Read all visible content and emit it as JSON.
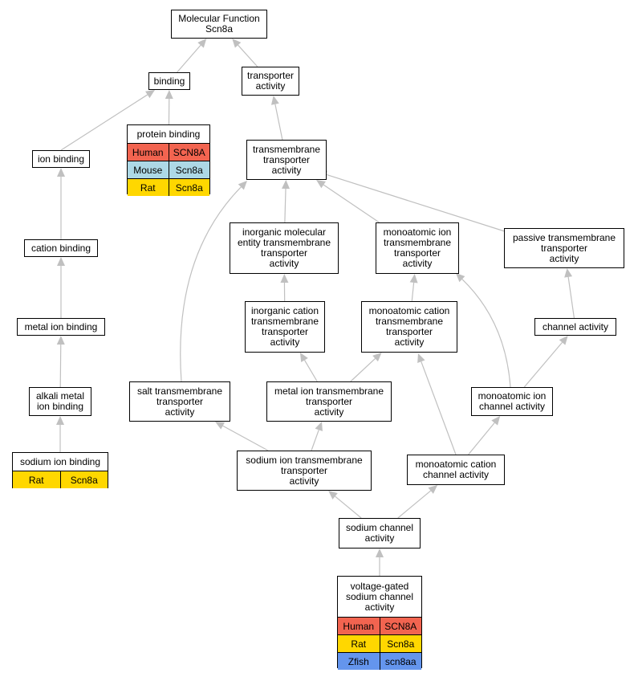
{
  "colors": {
    "edge": "#c0c0c0",
    "Human": "#f26450",
    "Mouse": "#add8e6",
    "Rat": "#ffd700",
    "Zfish": "#6495ed"
  },
  "nodes": [
    {
      "id": "molecular-function",
      "label": "Molecular Function\nScn8a"
    },
    {
      "id": "binding",
      "label": "binding"
    },
    {
      "id": "transporter-activity",
      "label": "transporter\nactivity"
    },
    {
      "id": "protein-binding",
      "label": "protein binding",
      "annotations": [
        {
          "species": "Human",
          "gene": "SCN8A"
        },
        {
          "species": "Mouse",
          "gene": "Scn8a"
        },
        {
          "species": "Rat",
          "gene": "Scn8a"
        }
      ]
    },
    {
      "id": "ion-binding",
      "label": "ion binding"
    },
    {
      "id": "transmembrane-transporter-activity",
      "label": "transmembrane\ntransporter\nactivity"
    },
    {
      "id": "cation-binding",
      "label": "cation binding"
    },
    {
      "id": "inorganic-molecular-entity-tta",
      "label": "inorganic molecular\nentity transmembrane\ntransporter\nactivity"
    },
    {
      "id": "monoatomic-ion-tta",
      "label": "monoatomic ion\ntransmembrane\ntransporter\nactivity"
    },
    {
      "id": "passive-tta",
      "label": "passive transmembrane\ntransporter\nactivity"
    },
    {
      "id": "metal-ion-binding",
      "label": "metal ion binding"
    },
    {
      "id": "inorganic-cation-tta",
      "label": "inorganic cation\ntransmembrane\ntransporter\nactivity"
    },
    {
      "id": "monoatomic-cation-tta",
      "label": "monoatomic cation\ntransmembrane\ntransporter\nactivity"
    },
    {
      "id": "channel-activity",
      "label": "channel activity"
    },
    {
      "id": "alkali-metal-ion-binding",
      "label": "alkali metal\nion binding"
    },
    {
      "id": "salt-tta",
      "label": "salt transmembrane\ntransporter\nactivity"
    },
    {
      "id": "metal-ion-tta",
      "label": "metal ion transmembrane\ntransporter\nactivity"
    },
    {
      "id": "monoatomic-ion-channel-activity",
      "label": "monoatomic ion\nchannel activity"
    },
    {
      "id": "sodium-ion-binding",
      "label": "sodium ion binding",
      "annotations": [
        {
          "species": "Rat",
          "gene": "Scn8a"
        }
      ]
    },
    {
      "id": "sodium-ion-tta",
      "label": "sodium ion transmembrane\ntransporter\nactivity"
    },
    {
      "id": "monoatomic-cation-channel-activity",
      "label": "monoatomic cation\nchannel activity"
    },
    {
      "id": "sodium-channel-activity",
      "label": "sodium channel\nactivity"
    },
    {
      "id": "voltage-gated-sodium-channel-activity",
      "label": "voltage-gated\nsodium channel\nactivity",
      "annotations": [
        {
          "species": "Human",
          "gene": "SCN8A"
        },
        {
          "species": "Rat",
          "gene": "Scn8a"
        },
        {
          "species": "Zfish",
          "gene": "scn8aa"
        }
      ]
    }
  ],
  "edges": [
    {
      "from": "binding",
      "to": "molecular-function"
    },
    {
      "from": "transporter-activity",
      "to": "molecular-function"
    },
    {
      "from": "protein-binding",
      "to": "binding"
    },
    {
      "from": "ion-binding",
      "to": "binding"
    },
    {
      "from": "transmembrane-transporter-activity",
      "to": "transporter-activity"
    },
    {
      "from": "cation-binding",
      "to": "ion-binding"
    },
    {
      "from": "metal-ion-binding",
      "to": "cation-binding"
    },
    {
      "from": "alkali-metal-ion-binding",
      "to": "metal-ion-binding"
    },
    {
      "from": "sodium-ion-binding",
      "to": "alkali-metal-ion-binding"
    },
    {
      "from": "inorganic-molecular-entity-tta",
      "to": "transmembrane-transporter-activity"
    },
    {
      "from": "monoatomic-ion-tta",
      "to": "transmembrane-transporter-activity"
    },
    {
      "from": "passive-tta",
      "to": "transmembrane-transporter-activity"
    },
    {
      "from": "salt-tta",
      "to": "transmembrane-transporter-activity"
    },
    {
      "from": "inorganic-cation-tta",
      "to": "inorganic-molecular-entity-tta"
    },
    {
      "from": "monoatomic-cation-tta",
      "to": "monoatomic-ion-tta"
    },
    {
      "from": "monoatomic-ion-channel-activity",
      "to": "monoatomic-ion-tta"
    },
    {
      "from": "channel-activity",
      "to": "passive-tta"
    },
    {
      "from": "metal-ion-tta",
      "to": "inorganic-cation-tta"
    },
    {
      "from": "metal-ion-tta",
      "to": "monoatomic-cation-tta"
    },
    {
      "from": "monoatomic-cation-channel-activity",
      "to": "monoatomic-cation-tta"
    },
    {
      "from": "monoatomic-ion-channel-activity",
      "to": "channel-activity"
    },
    {
      "from": "sodium-ion-tta",
      "to": "salt-tta"
    },
    {
      "from": "sodium-ion-tta",
      "to": "metal-ion-tta"
    },
    {
      "from": "monoatomic-cation-channel-activity",
      "to": "monoatomic-ion-channel-activity"
    },
    {
      "from": "sodium-channel-activity",
      "to": "sodium-ion-tta"
    },
    {
      "from": "sodium-channel-activity",
      "to": "monoatomic-cation-channel-activity"
    },
    {
      "from": "voltage-gated-sodium-channel-activity",
      "to": "sodium-channel-activity"
    }
  ]
}
